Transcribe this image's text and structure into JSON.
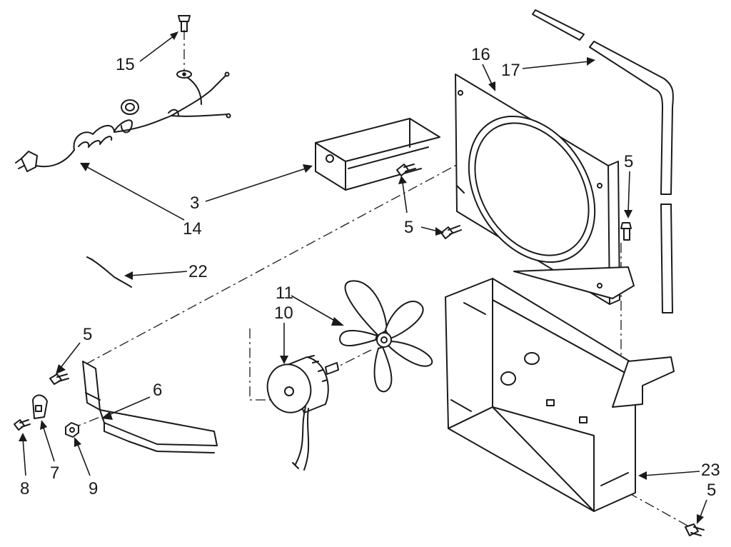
{
  "callouts": {
    "c15": "15",
    "c14": "14",
    "c3": "3",
    "c16": "16",
    "c17": "17",
    "c5a": "5",
    "c5b": "5",
    "c5c": "5",
    "c5d": "5",
    "c22": "22",
    "c11": "11",
    "c10": "10",
    "c6": "6",
    "c7": "7",
    "c8": "8",
    "c9": "9",
    "c23": "23"
  }
}
